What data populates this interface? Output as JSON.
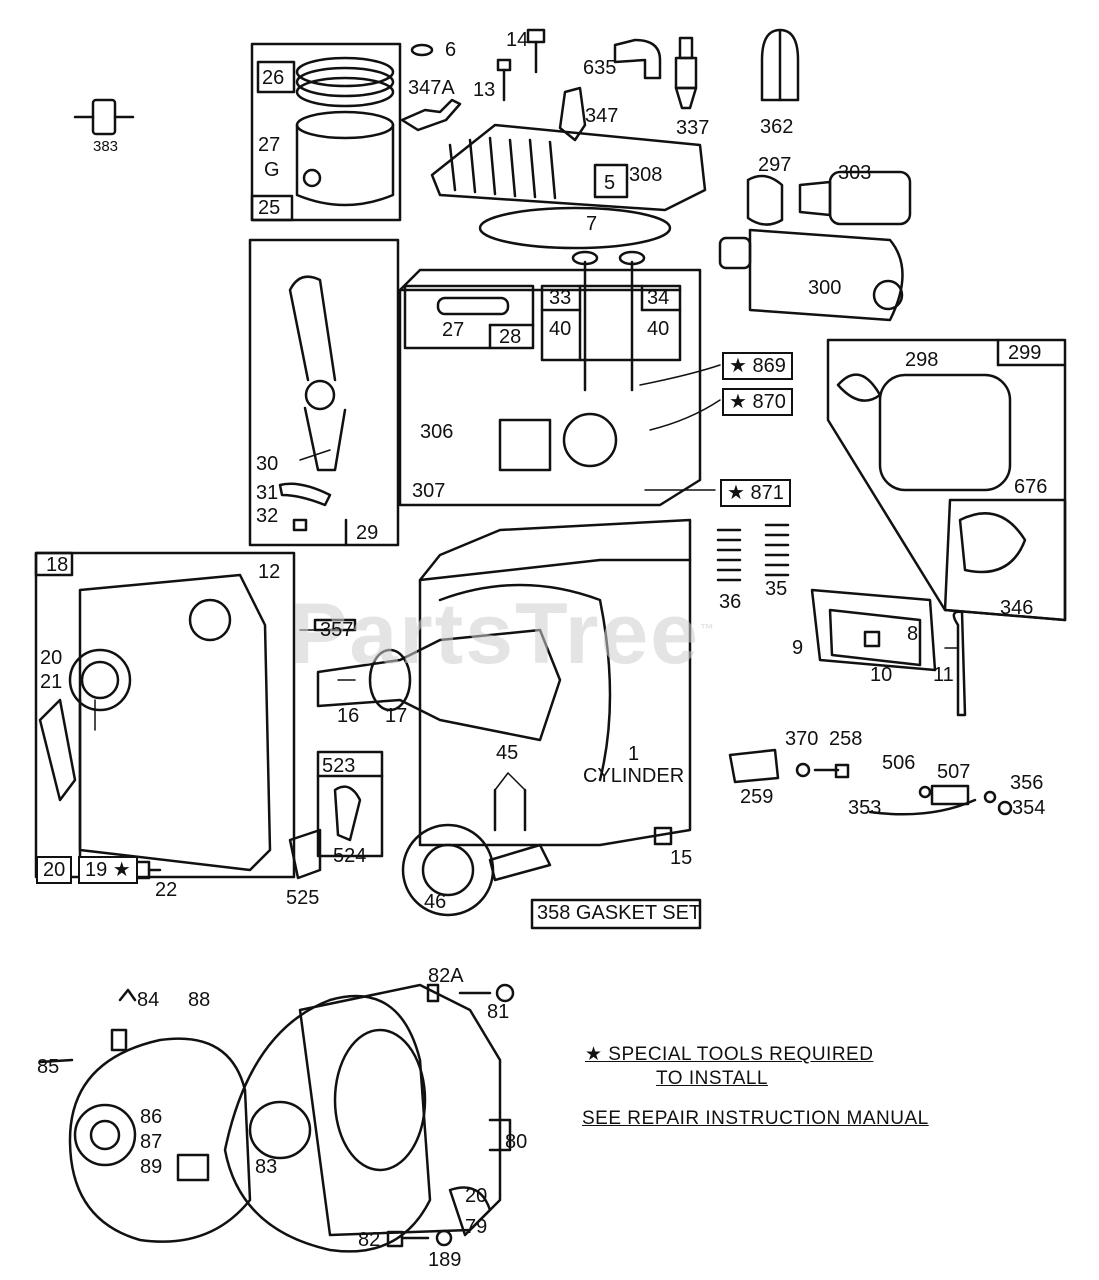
{
  "watermark": "PartsTree",
  "notes": {
    "special_tools": "★ SPECIAL TOOLS REQUIRED",
    "to_install": "TO INSTALL",
    "manual": "SEE REPAIR INSTRUCTION MANUAL"
  },
  "labels": {
    "p383": "383",
    "p6": "6",
    "p347a": "347A",
    "p13": "13",
    "p14": "14",
    "p635": "635",
    "p337": "337",
    "p362": "362",
    "p347": "347",
    "p26": "26",
    "p27": "27",
    "pG": "G",
    "p25": "25",
    "p308": "308",
    "p5": "5",
    "p7": "7",
    "p297": "297",
    "p303": "303",
    "p300": "300",
    "p33": "33",
    "p34": "34",
    "p40a": "40",
    "p40b": "40",
    "p27b": "27",
    "p28": "28",
    "p869": "★ 869",
    "p870": "★ 870",
    "p871": "★ 871",
    "p298": "298",
    "p299": "299",
    "p676": "676",
    "p346": "346",
    "p306": "306",
    "p307": "307",
    "p30": "30",
    "p31": "31",
    "p32": "32",
    "p29": "29",
    "p18": "18",
    "p12": "12",
    "p20a": "20",
    "p21": "21",
    "p357": "357",
    "p16": "16",
    "p17": "17",
    "p36": "36",
    "p35": "35",
    "p9": "9",
    "p8": "8",
    "p10": "10",
    "p11": "11",
    "p523": "523",
    "p524": "524",
    "p525": "525",
    "p45": "45",
    "p1": "1",
    "cylinder": "CYLINDER",
    "p370": "370",
    "p258": "258",
    "p259": "259",
    "p506": "506",
    "p507": "507",
    "p356": "356",
    "p353": "353",
    "p354": "354",
    "p20b": "20",
    "p19": "19 ★",
    "p22": "22",
    "p46": "46",
    "p15": "15",
    "p358": "358 GASKET SET",
    "p82a": "82A",
    "p81": "81",
    "p84": "84",
    "p88": "88",
    "p85": "85",
    "p86": "86",
    "p87": "87",
    "p89": "89",
    "p83": "83",
    "p80": "80",
    "p20c": "20",
    "p79": "79",
    "p82": "82",
    "p189": "189"
  }
}
